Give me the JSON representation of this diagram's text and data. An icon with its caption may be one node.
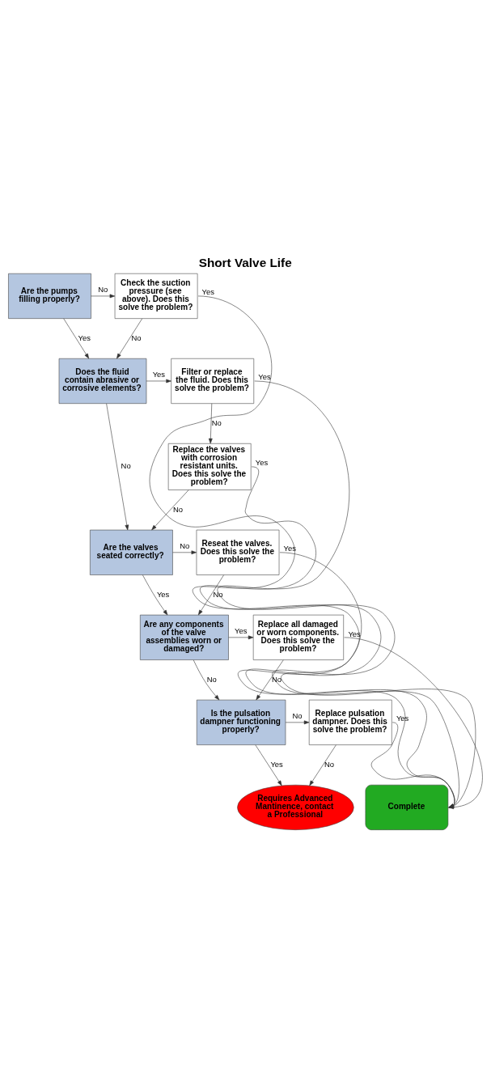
{
  "diagram": {
    "title": "Short Valve Life",
    "nodes": [
      {
        "text": [
          "Are the pumps filling properly?"
        ]
      },
      {
        "text": [
          "Check the suction pressure (see above). Does this solve the problem?"
        ]
      },
      {
        "text": [
          "Does the fluid contain abrasive or corrosive elements?"
        ]
      },
      {
        "text": [
          "Filter or replace the fluid. Does this solve the problem?"
        ]
      },
      {
        "text": [
          "Replace the valves with corrosion resistant units. Does this solve the problem?"
        ]
      },
      {
        "text": [
          "Are the valves seated correctly?"
        ]
      },
      {
        "text": [
          "Reseat the valves. Does this solve the problem?"
        ]
      },
      {
        "text": [
          "Are any components of the valve assemblies worn or damaged?"
        ]
      },
      {
        "text": [
          "Replace all damaged or worn components. Does this solve the problem?"
        ]
      },
      {
        "text": [
          "Is the pulsation dampner functioning properly?"
        ]
      },
      {
        "text": [
          "Replace pulsation dampner. Does this solve the problem?"
        ]
      },
      {
        "text": [
          "Requires Advanced Mantinence, contact a Professional"
        ]
      },
      {
        "text": [
          "Complete"
        ]
      }
    ],
    "edges": [
      {
        "from": 0,
        "to": 1,
        "arrow": "to",
        "label": "No"
      },
      {
        "from": 0,
        "to": 2,
        "arrow": "to",
        "label": "Yes"
      },
      {
        "from": 1,
        "to": 2,
        "arrow": "to",
        "label": "No"
      },
      {
        "from": 1,
        "to": 12,
        "arrow": "to",
        "label": "Yes"
      },
      {
        "from": 2,
        "to": 3,
        "arrow": "to",
        "label": "Yes"
      },
      {
        "from": 2,
        "to": 5,
        "arrow": "to",
        "label": "No"
      },
      {
        "from": 3,
        "to": 4,
        "arrow": "to",
        "label": "No"
      },
      {
        "from": 3,
        "to": 12,
        "arrow": "to",
        "label": "Yes"
      },
      {
        "from": 4,
        "to": 5,
        "arrow": "to",
        "label": "No"
      },
      {
        "from": 4,
        "to": 12,
        "arrow": "to",
        "label": "Yes"
      },
      {
        "from": 5,
        "to": 6,
        "arrow": "to",
        "label": "No"
      },
      {
        "from": 5,
        "to": 7,
        "arrow": "to",
        "label": "Yes"
      },
      {
        "from": 6,
        "to": 7,
        "arrow": "to",
        "label": "No"
      },
      {
        "from": 6,
        "to": 12,
        "arrow": "to",
        "label": "Yes"
      },
      {
        "from": 7,
        "to": 8,
        "arrow": "to",
        "label": "Yes"
      },
      {
        "from": 7,
        "to": 9,
        "arrow": "to",
        "label": "No"
      },
      {
        "from": 8,
        "to": 9,
        "arrow": "to",
        "label": "No"
      },
      {
        "from": 8,
        "to": 12,
        "arrow": "to",
        "label": "Yes"
      },
      {
        "from": 9,
        "to": 10,
        "arrow": "to",
        "label": "No"
      },
      {
        "from": 9,
        "to": 11,
        "arrow": "to",
        "label": "Yes"
      },
      {
        "from": 10,
        "to": 11,
        "arrow": "to",
        "label": "No"
      },
      {
        "from": 10,
        "to": 12,
        "arrow": "to",
        "label": "Yes"
      }
    ]
  }
}
